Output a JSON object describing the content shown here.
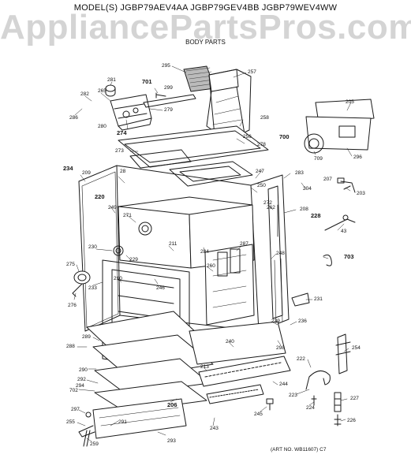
{
  "header": {
    "models": "MODEL(S) JGBP79AEV4AA  JGBP79GEV4BB  JGBP79WEV4WW",
    "watermark": "AppliancePartsPros.com",
    "section": "BODY PARTS"
  },
  "art_number": "(ART NO. WB11607) C7",
  "callouts": [
    {
      "id": "c295",
      "text": "295",
      "bold": false
    },
    {
      "id": "c257",
      "text": "257",
      "bold": false
    },
    {
      "id": "c281",
      "text": "281",
      "bold": false
    },
    {
      "id": "c701",
      "text": "701",
      "bold": true
    },
    {
      "id": "c299",
      "text": "299",
      "bold": false
    },
    {
      "id": "c282",
      "text": "282",
      "bold": false
    },
    {
      "id": "c265",
      "text": "265",
      "bold": false
    },
    {
      "id": "c279",
      "text": "279",
      "bold": false
    },
    {
      "id": "c286",
      "text": "286",
      "bold": false
    },
    {
      "id": "c280",
      "text": "280",
      "bold": false
    },
    {
      "id": "c274",
      "text": "274",
      "bold": true
    },
    {
      "id": "c258",
      "text": "258",
      "bold": false
    },
    {
      "id": "c205",
      "text": "205",
      "bold": false
    },
    {
      "id": "c700",
      "text": "700",
      "bold": true
    },
    {
      "id": "c256",
      "text": "256",
      "bold": false
    },
    {
      "id": "c278",
      "text": "278",
      "bold": false
    },
    {
      "id": "c273",
      "text": "273",
      "bold": false
    },
    {
      "id": "c709",
      "text": "709",
      "bold": false
    },
    {
      "id": "c296",
      "text": "296",
      "bold": false
    },
    {
      "id": "c234",
      "text": "234",
      "bold": true
    },
    {
      "id": "c209",
      "text": "209",
      "bold": false
    },
    {
      "id": "c28x",
      "text": "28",
      "bold": false
    },
    {
      "id": "c247",
      "text": "247",
      "bold": false
    },
    {
      "id": "c283",
      "text": "283",
      "bold": false
    },
    {
      "id": "c220",
      "text": "220",
      "bold": true
    },
    {
      "id": "c250",
      "text": "250",
      "bold": false
    },
    {
      "id": "c207",
      "text": "207",
      "bold": false
    },
    {
      "id": "c204",
      "text": "204",
      "bold": false
    },
    {
      "id": "c203",
      "text": "203",
      "bold": false
    },
    {
      "id": "c249",
      "text": "249",
      "bold": false
    },
    {
      "id": "c272",
      "text": "272",
      "bold": false
    },
    {
      "id": "c262",
      "text": "262",
      "bold": false
    },
    {
      "id": "c208",
      "text": "208",
      "bold": false
    },
    {
      "id": "c228",
      "text": "228",
      "bold": true
    },
    {
      "id": "c271",
      "text": "271",
      "bold": false
    },
    {
      "id": "c43",
      "text": "43",
      "bold": false
    },
    {
      "id": "c211",
      "text": "211",
      "bold": false
    },
    {
      "id": "c284",
      "text": "284",
      "bold": false
    },
    {
      "id": "c287",
      "text": "287",
      "bold": false
    },
    {
      "id": "c230",
      "text": "230",
      "bold": false
    },
    {
      "id": "c229",
      "text": "229",
      "bold": false
    },
    {
      "id": "c248",
      "text": "248",
      "bold": false
    },
    {
      "id": "c703",
      "text": "703",
      "bold": true
    },
    {
      "id": "c275",
      "text": "275",
      "bold": false
    },
    {
      "id": "c260",
      "text": "260",
      "bold": false
    },
    {
      "id": "c210",
      "text": "210",
      "bold": false
    },
    {
      "id": "c246",
      "text": "246",
      "bold": false
    },
    {
      "id": "c233",
      "text": "233",
      "bold": false
    },
    {
      "id": "c276",
      "text": "276",
      "bold": false
    },
    {
      "id": "c231",
      "text": "231",
      "bold": false
    },
    {
      "id": "c239",
      "text": "239",
      "bold": false
    },
    {
      "id": "c236",
      "text": "236",
      "bold": false
    },
    {
      "id": "c289",
      "text": "289",
      "bold": false
    },
    {
      "id": "c288",
      "text": "288",
      "bold": false
    },
    {
      "id": "c240",
      "text": "240",
      "bold": false
    },
    {
      "id": "c298",
      "text": "298",
      "bold": false
    },
    {
      "id": "c254",
      "text": "254",
      "bold": false
    },
    {
      "id": "c290",
      "text": "290",
      "bold": false
    },
    {
      "id": "c213",
      "text": "213",
      "bold": false
    },
    {
      "id": "c222",
      "text": "222",
      "bold": false
    },
    {
      "id": "c292",
      "text": "292",
      "bold": false
    },
    {
      "id": "c294",
      "text": "294",
      "bold": false
    },
    {
      "id": "c702",
      "text": "702",
      "bold": false
    },
    {
      "id": "c244",
      "text": "244",
      "bold": false
    },
    {
      "id": "c223",
      "text": "223",
      "bold": false
    },
    {
      "id": "c227",
      "text": "227",
      "bold": false
    },
    {
      "id": "c206",
      "text": "206",
      "bold": true
    },
    {
      "id": "c297",
      "text": "297",
      "bold": false
    },
    {
      "id": "c224",
      "text": "224",
      "bold": false
    },
    {
      "id": "c255",
      "text": "255",
      "bold": false
    },
    {
      "id": "c245",
      "text": "245",
      "bold": false
    },
    {
      "id": "c291",
      "text": "291",
      "bold": false
    },
    {
      "id": "c226",
      "text": "226",
      "bold": false
    },
    {
      "id": "c243",
      "text": "243",
      "bold": false
    },
    {
      "id": "c293",
      "text": "293",
      "bold": false
    },
    {
      "id": "c259",
      "text": "259",
      "bold": false
    }
  ]
}
